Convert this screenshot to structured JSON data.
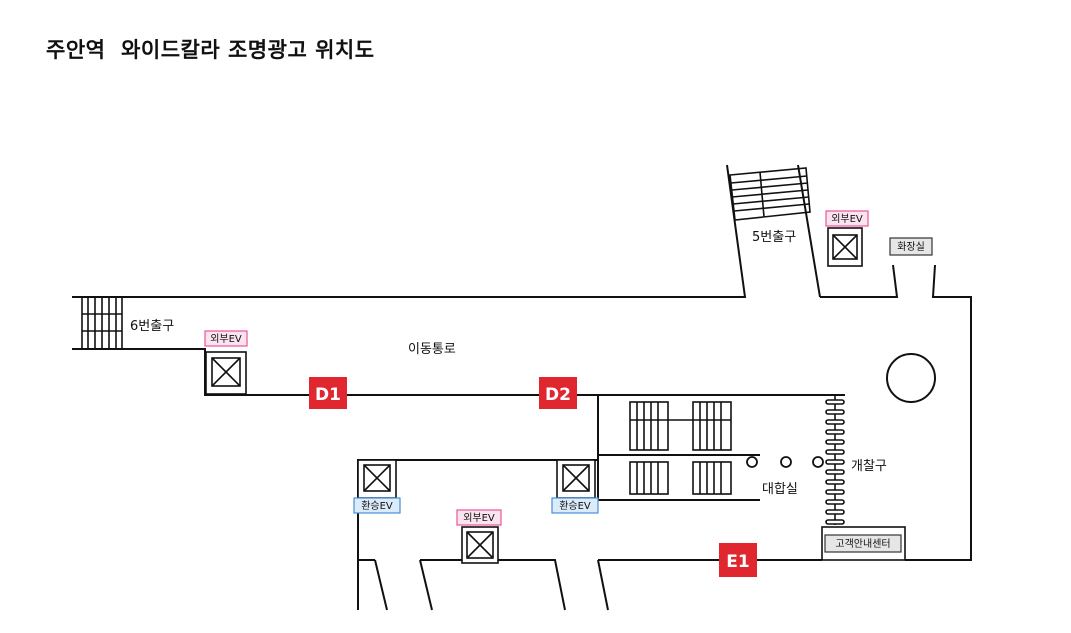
{
  "title": "주안역  와이드칼라 조명광고 위치도",
  "areas": {
    "exit6": "6번출구",
    "exit5": "5번출구",
    "passage": "이동통로",
    "ticket_gate": "개찰구",
    "waiting_room": "대합실"
  },
  "facilities": {
    "restroom": "화장실",
    "customer_center": "고객안내센터",
    "external_ev": "외부EV",
    "transfer_ev": "환승EV"
  },
  "ad_locations": [
    "D1",
    "D2",
    "E1"
  ],
  "colors": {
    "ad_badge": "#e0262f",
    "external_ev_tag_border": "#e8559b",
    "external_ev_tag_bg": "#fbe4ef",
    "transfer_ev_tag_border": "#4a90d9",
    "transfer_ev_tag_bg": "#dcebfa",
    "facility_tag_bg": "#e6e6e6"
  }
}
